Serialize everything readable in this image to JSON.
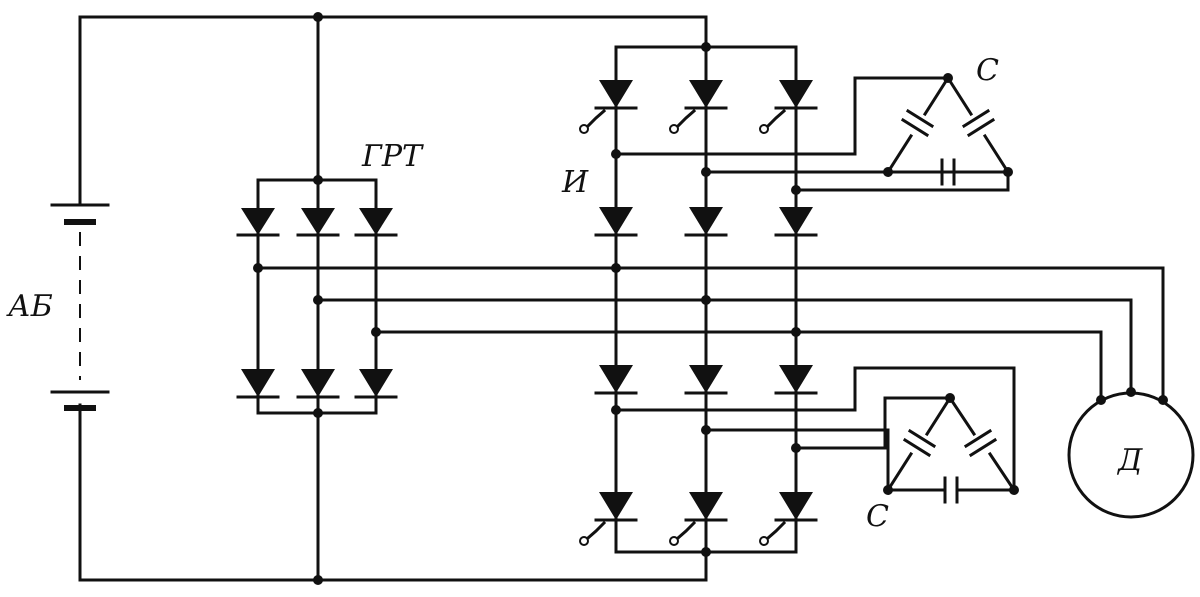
{
  "labels": {
    "battery": "АБ",
    "rectifier": "ГРТ",
    "inverter": "И",
    "capacitors_top": "С",
    "capacitors_bottom": "С",
    "motor": "Д"
  },
  "colors": {
    "ink": "#111111",
    "paper": "#ffffff"
  }
}
